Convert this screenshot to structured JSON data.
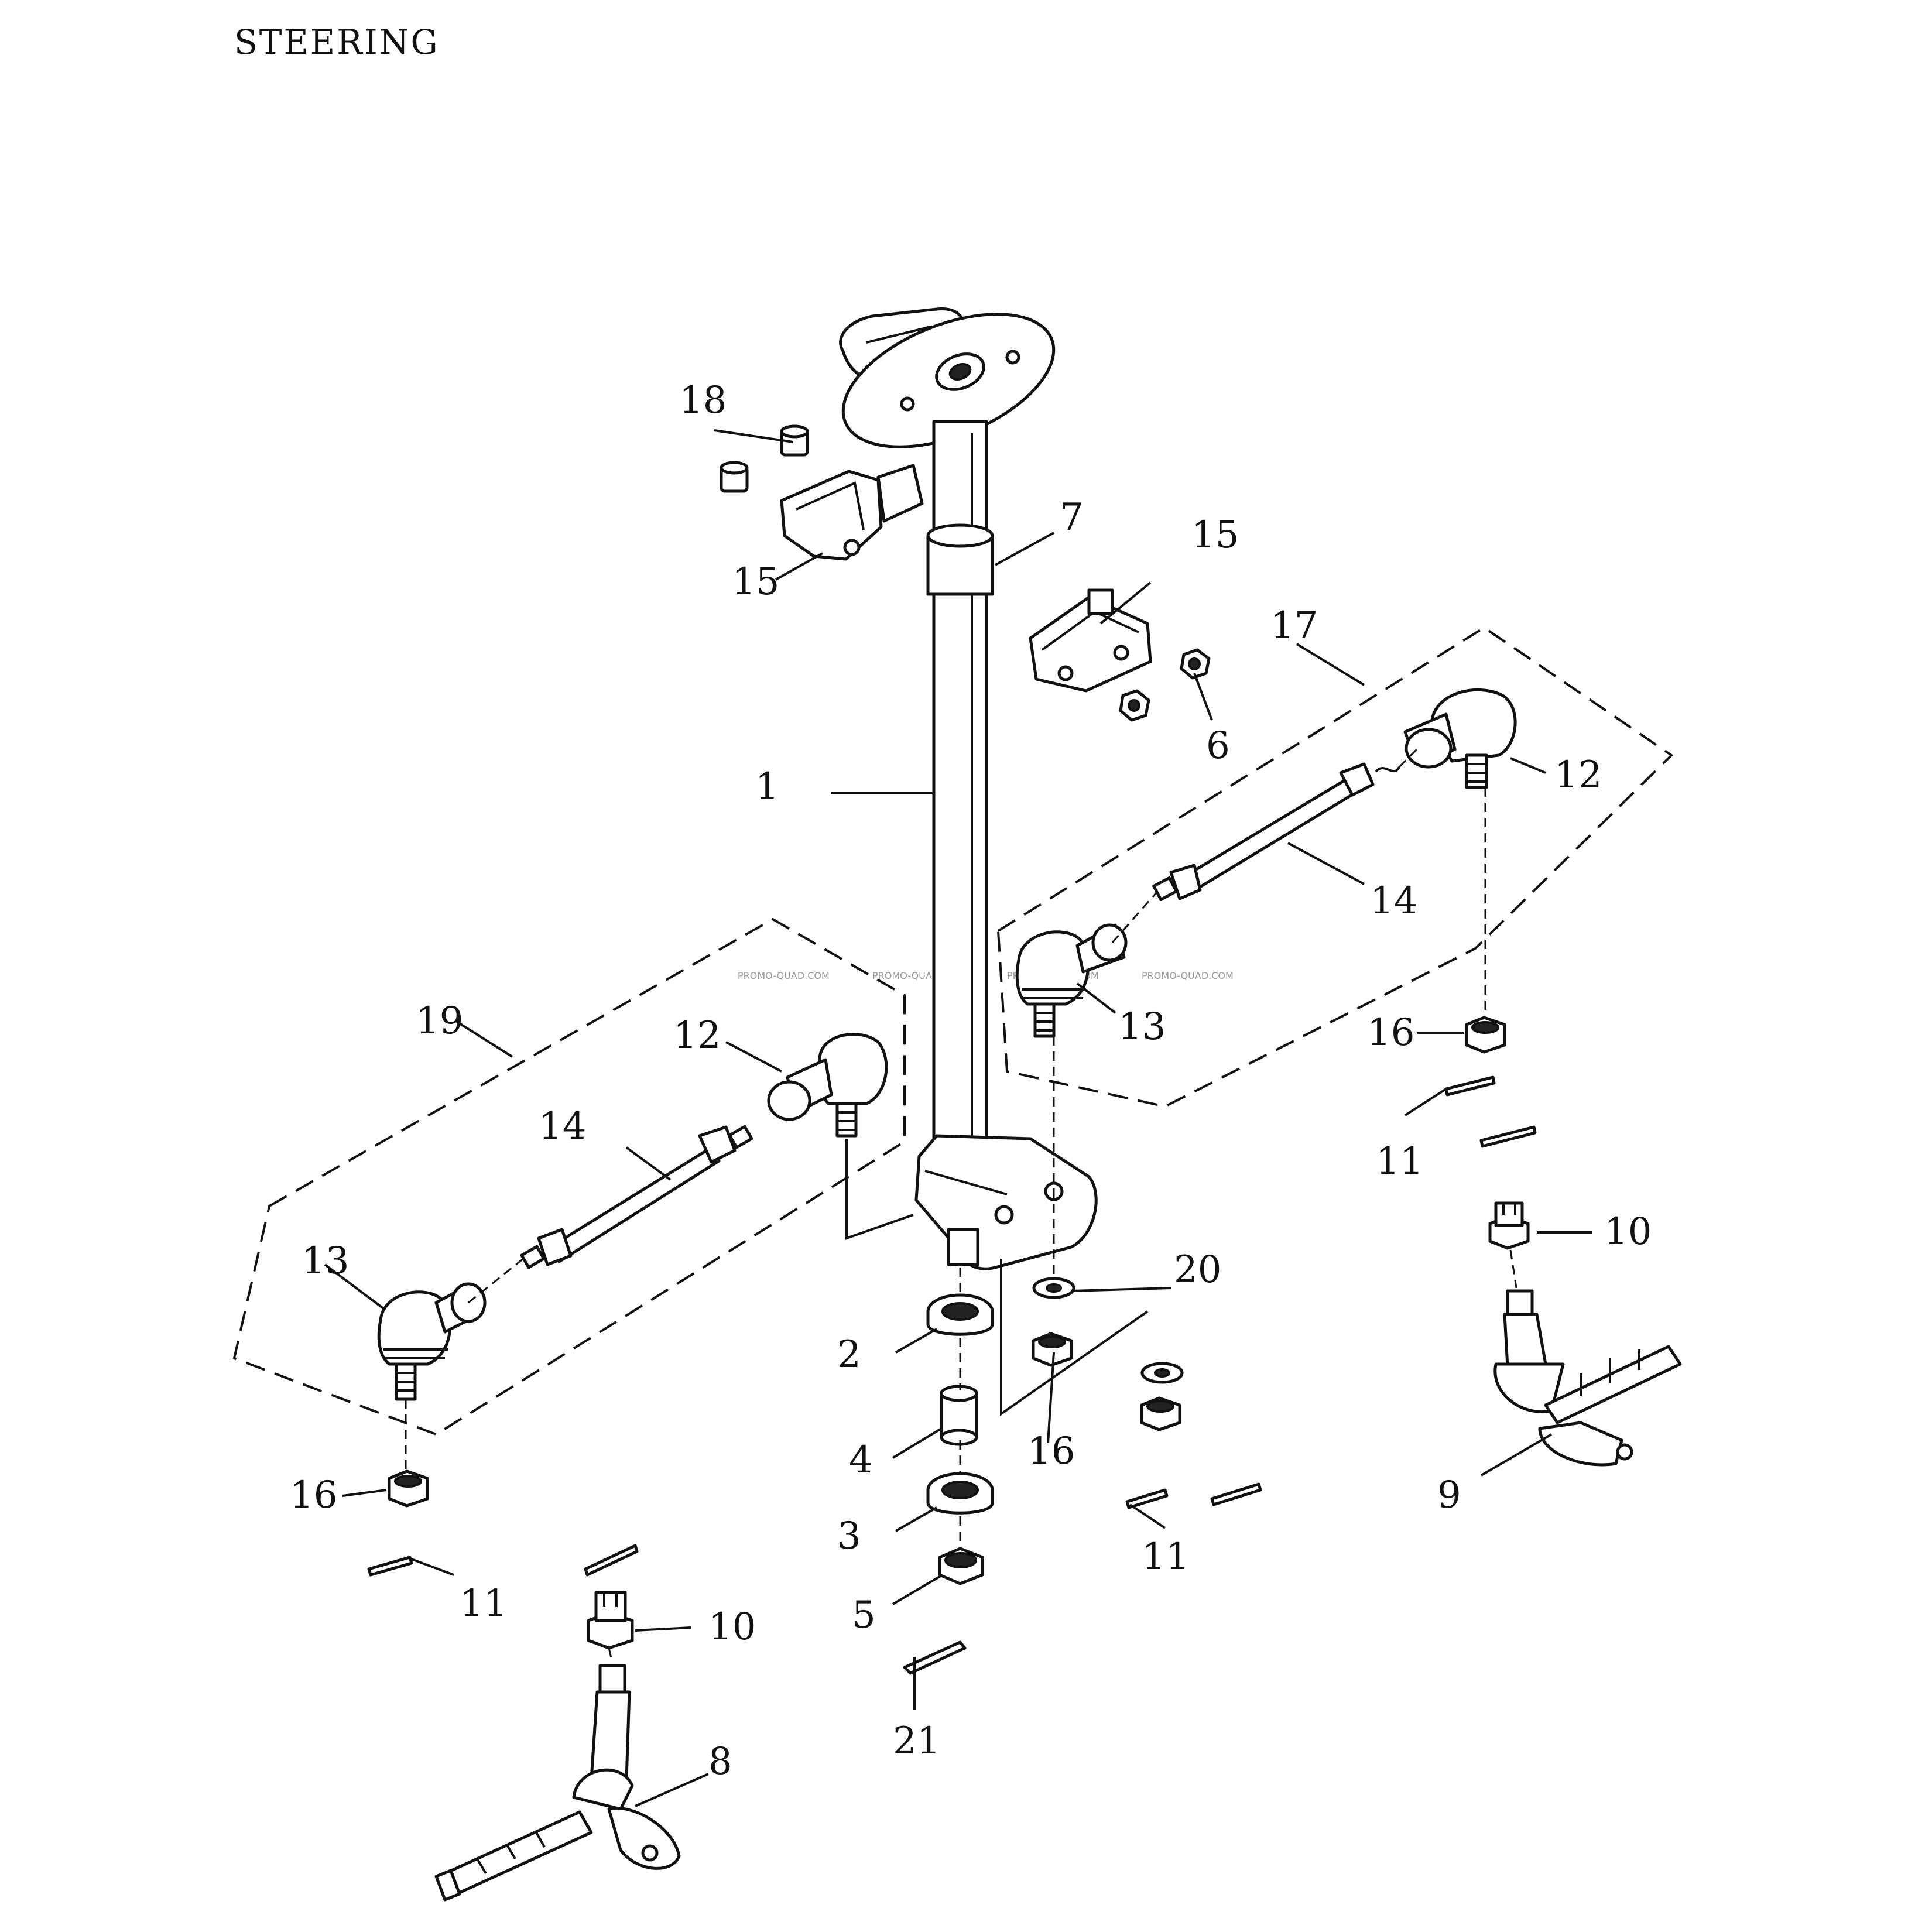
{
  "title": "STEERING",
  "watermark": "PROMO-QUAD.COM",
  "labels": {
    "p1": "1",
    "p2": "2",
    "p3": "3",
    "p4": "4",
    "p5": "5",
    "p6": "6",
    "p7": "7",
    "p8": "8",
    "p9": "9",
    "p10a": "10",
    "p10b": "10",
    "p11a": "11",
    "p11b": "11",
    "p11c": "11",
    "p12a": "12",
    "p12b": "12",
    "p13a": "13",
    "p13b": "13",
    "p14a": "14",
    "p14b": "14",
    "p15a": "15",
    "p15b": "15",
    "p16a": "16",
    "p16b": "16",
    "p16c": "16",
    "p17": "17",
    "p18": "18",
    "p19": "19",
    "p20": "20",
    "p21": "21"
  }
}
